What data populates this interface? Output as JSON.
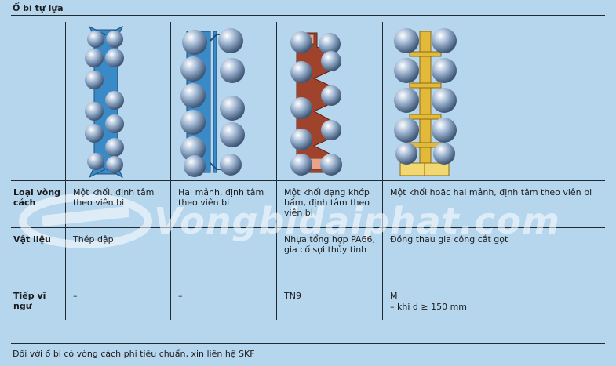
{
  "title": "Ổ bi tự lựa",
  "watermark": "Vongbidaiphat.com",
  "rows": {
    "cage_type": {
      "label": "Loại vòng cách",
      "values": [
        "Một khối, định tâm theo viên bi",
        "Hai mảnh, định tâm theo viên bi",
        "Một khối dạng khớp bấm, định tâm theo viên bi",
        "Một khối hoặc hai mảnh, định tâm theo viên bi"
      ]
    },
    "material": {
      "label": "Vật liệu",
      "values": [
        "Thép dập",
        "",
        "Nhựa tổng hợp PA66, gia cố sợi thủy tinh",
        "Đồng thau gia công cắt gọt"
      ]
    },
    "suffix": {
      "label": "Tiếp vĩ ngữ",
      "values": [
        "–",
        "–",
        "TN9",
        "M"
      ],
      "note4": "– khi d ≥ 150 mm"
    }
  },
  "footer": "Đối với ổ bi có vòng cách phi tiêu chuẩn, xin liên hệ SKF",
  "colors": {
    "background": "#b6d6ee",
    "steel_cage": "#3a8ac8",
    "polyamide_cage": "#a0432c",
    "brass_cage": "#e3b93a",
    "ball": "#8ea6c4"
  }
}
